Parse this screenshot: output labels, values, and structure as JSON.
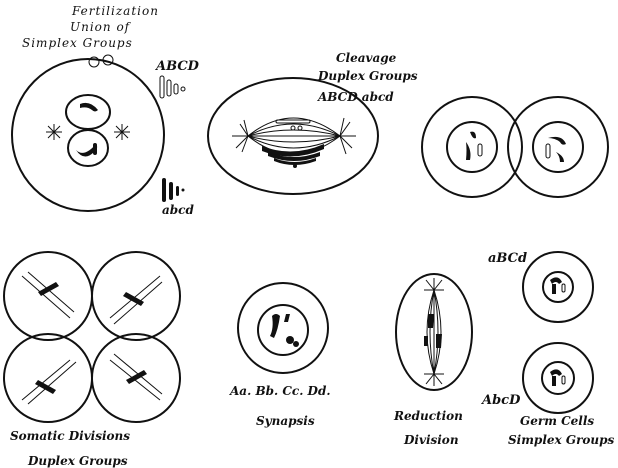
{
  "figure": {
    "fertilization": {
      "title_line1": "Fertilization",
      "title_line2": "Union of",
      "title_line3": "Simplex Groups",
      "upper_set_label": "ABCD",
      "lower_set_label": "abcd"
    },
    "cleavage": {
      "line1": "Cleavage",
      "line2": "Duplex Groups",
      "line3": "ABCD abcd"
    },
    "synapsis": {
      "pairs_label": "Aa. Bb. Cc. Dd.",
      "label": "Synapsis"
    },
    "somatic": {
      "line1": "Somatic Divisions",
      "line2": "Duplex Groups"
    },
    "reduction": {
      "upper_label": "aBCd",
      "lower_label": "AbcD",
      "line1": "Reduction",
      "line2": "Division"
    },
    "germ_cells": {
      "line1": "Germ Cells",
      "line2": "Simplex Groups"
    }
  }
}
